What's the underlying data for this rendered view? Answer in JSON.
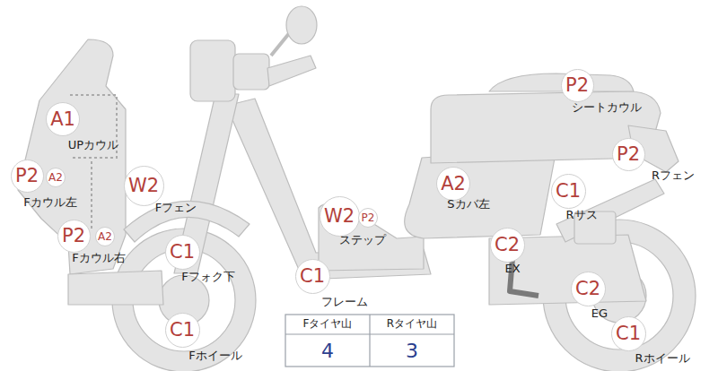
{
  "diagram": {
    "nodes": [
      {
        "text": [
          "P2"
        ]
      },
      {
        "text": [
          "A1"
        ]
      },
      {
        "text": [
          "P2"
        ]
      },
      {
        "text": [
          "P2"
        ]
      },
      {
        "text": [
          "A2"
        ]
      },
      {
        "text": [
          "W2"
        ]
      },
      {
        "text": [
          "A2"
        ]
      },
      {
        "text": [
          "C1"
        ]
      },
      {
        "text": [
          "W2"
        ]
      },
      {
        "text": [
          "P2"
        ]
      },
      {
        "text": [
          "P2"
        ]
      },
      {
        "text": [
          "A2"
        ]
      },
      {
        "text": [
          "C2"
        ]
      },
      {
        "text": [
          "C1"
        ]
      },
      {
        "text": [
          "C1"
        ]
      },
      {
        "text": [
          "C2"
        ]
      },
      {
        "text": [
          "C1"
        ]
      },
      {
        "text": [
          "C1"
        ]
      }
    ],
    "edges": [],
    "labels": [
      "シートカウル",
      "UPカウル",
      "Rフェン",
      "Fカウル左",
      "Fフェン",
      "Sカバ左",
      "Rサス",
      "ステップ",
      "Fカウル右",
      "EX",
      "Fフォク下",
      "フレーム",
      "EG",
      "Fホイール",
      "Rホイール",
      "Fタイヤ山",
      "Rタイヤ山",
      "4",
      "3"
    ]
  }
}
